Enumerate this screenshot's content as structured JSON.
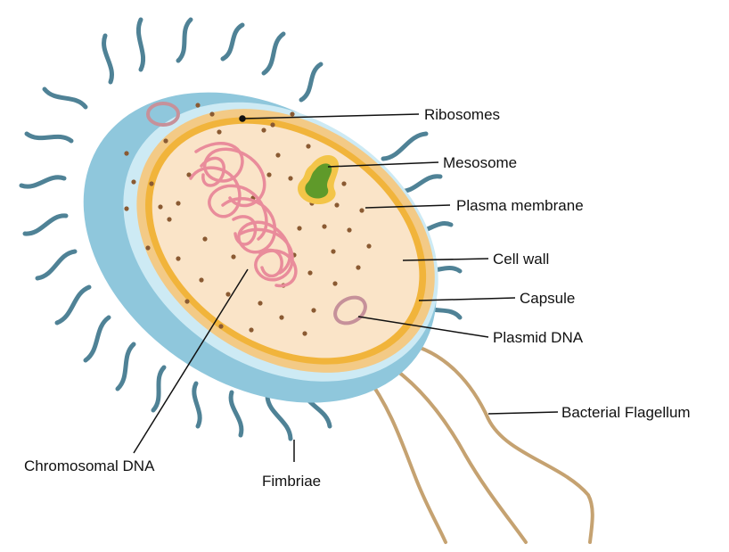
{
  "labels": {
    "ribosomes": "Ribosomes",
    "mesosome": "Mesosome",
    "plasma_membrane": "Plasma membrane",
    "cell_wall": "Cell wall",
    "capsule": "Capsule",
    "plasmid_dna": "Plasmid DNA",
    "bacterial_flagellum": "Bacterial Flagellum",
    "chromosomal_dna": "Chromosomal DNA",
    "fimbriae": "Fimbriae"
  },
  "colors": {
    "capsule_outer": "#8fc7dc",
    "capsule_inner": "#cdeaf4",
    "cell_wall": "#f3ca86",
    "plasma_membrane": "#f1b43b",
    "cytoplasm": "#fae4c8",
    "fimbriae": "#4f8296",
    "flagellum": "#c5a271",
    "ribosome": "#8a5a32",
    "mesosome": "#5f9a2a",
    "mesosome_ring": "#f3c548",
    "chromosome": "#e98c9b",
    "plasmid": "#c6919a",
    "leader_line": "#111111"
  }
}
